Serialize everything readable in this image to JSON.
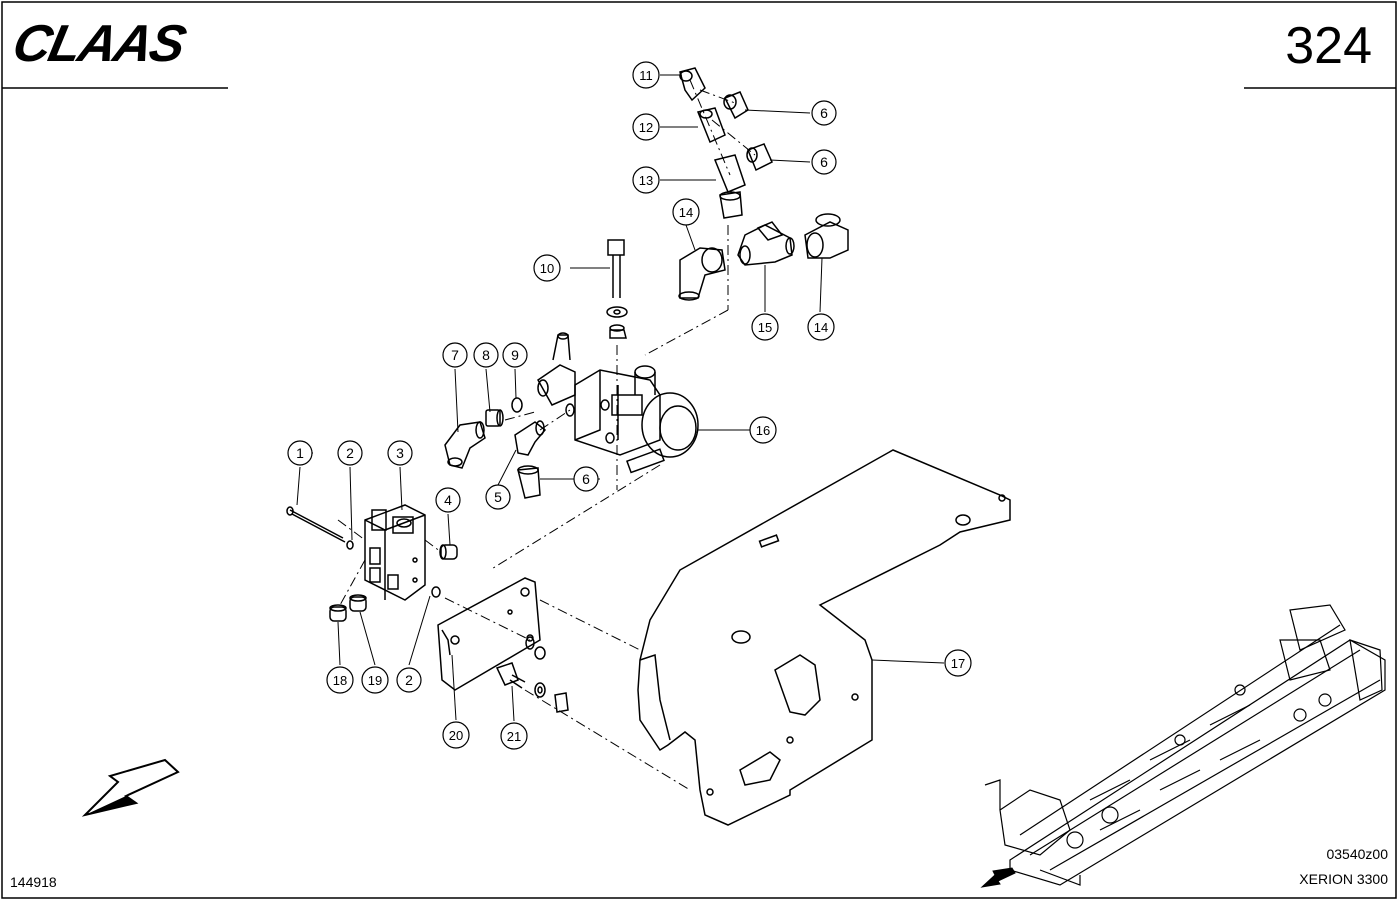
{
  "header": {
    "brand_logo": "CLAAS",
    "page_number": "324"
  },
  "footer": {
    "drawing_number": "144918",
    "figure_code": "03540z00",
    "model": "XERION 3300"
  },
  "callouts": [
    "1",
    "2",
    "3",
    "4",
    "5",
    "6",
    "7",
    "8",
    "9",
    "10",
    "11",
    "12",
    "13",
    "14",
    "15",
    "16",
    "17",
    "18",
    "19",
    "20",
    "21"
  ],
  "icons": [
    "direction-arrow-icon",
    "machine-overview-icon"
  ]
}
